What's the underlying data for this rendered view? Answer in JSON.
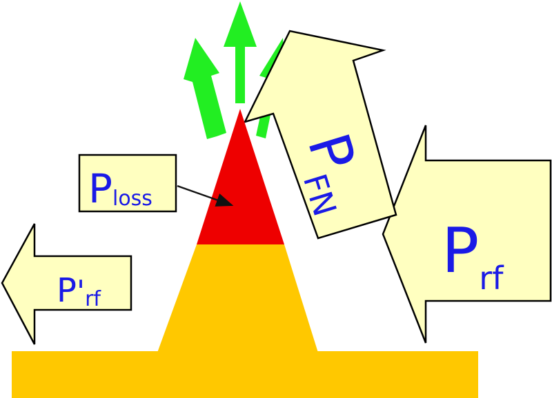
{
  "colors": {
    "base": "#ffc800",
    "tip": "#ee0000",
    "arrow_fill": "#ffffc0",
    "arrow_stroke": "#000000",
    "emission": "#22ee22",
    "text": "#1a1ae6"
  },
  "labels": {
    "p_rf": {
      "main": "P",
      "sub": "rf"
    },
    "p_rf_reflected": {
      "main": "P",
      "prime": "'",
      "sub": "rf"
    },
    "p_loss": {
      "main": "P",
      "sub": "loss"
    },
    "p_fn": {
      "main": "P",
      "sub": "FN"
    }
  }
}
